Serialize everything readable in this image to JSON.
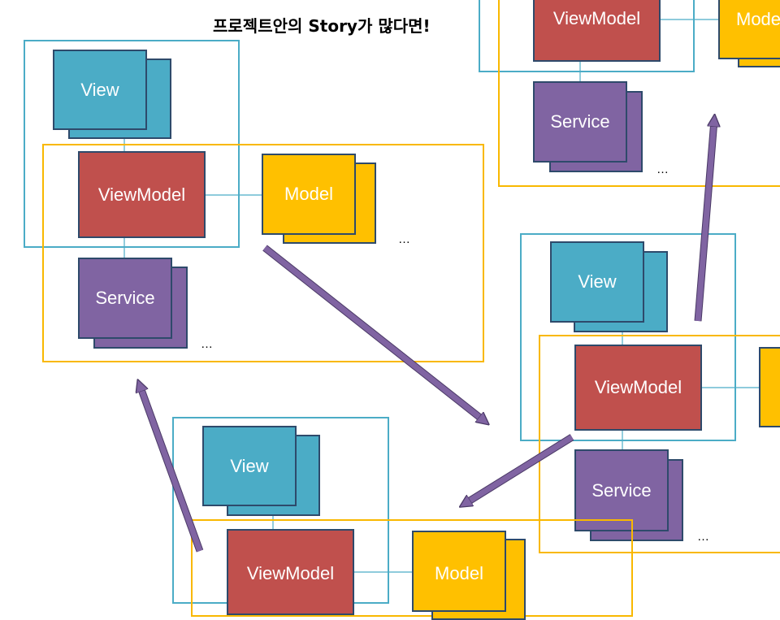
{
  "title": "프로젝트안의 Story가 많다면!",
  "labels": {
    "view": "View",
    "viewmodel": "ViewModel",
    "model": "Model",
    "service": "Service",
    "ellipsis": "…",
    "model_partial": "Mode"
  },
  "colors": {
    "view": "#4bacc6",
    "viewmodel": "#c0504d",
    "model": "#ffc000",
    "service": "#8064a2",
    "view_frame": "#4bacc6",
    "model_frame": "#f9b800",
    "arrow": "#8064a2",
    "box_border": "#2e4a6b"
  }
}
